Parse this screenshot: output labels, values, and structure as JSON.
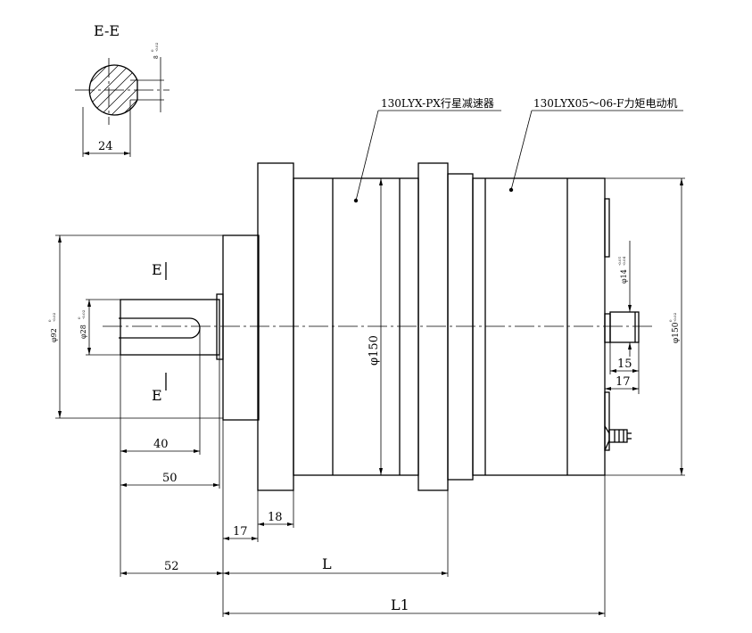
{
  "section": {
    "title": "E-E",
    "width_dim": "24",
    "key_dim": "8",
    "key_tol_upper": "0",
    "key_tol_lower": "-0.02"
  },
  "labels": {
    "reducer": "130LYX-PX行星减速器",
    "motor": "130LYX05～06-F力矩电动机",
    "section_mark": "E"
  },
  "dims": {
    "d150_center": "φ150",
    "d92": "φ92",
    "d92_tol_upper": "0",
    "d92_tol_lower": "-0.02",
    "d28": "φ28",
    "d28_tol_upper": "0",
    "d28_tol_lower": "-0.02",
    "d14": "φ14",
    "d14_tol_upper": "-0.01",
    "d14_tol_lower": "-0.04",
    "d150_right": "φ150",
    "d150_tol_upper": "0",
    "d150_tol_lower": "-0.02",
    "len_15": "15",
    "len_17_right": "17",
    "len_40": "40",
    "len_50": "50",
    "len_17": "17",
    "len_18": "18",
    "len_52": "52",
    "len_L": "L",
    "len_L1": "L1"
  }
}
